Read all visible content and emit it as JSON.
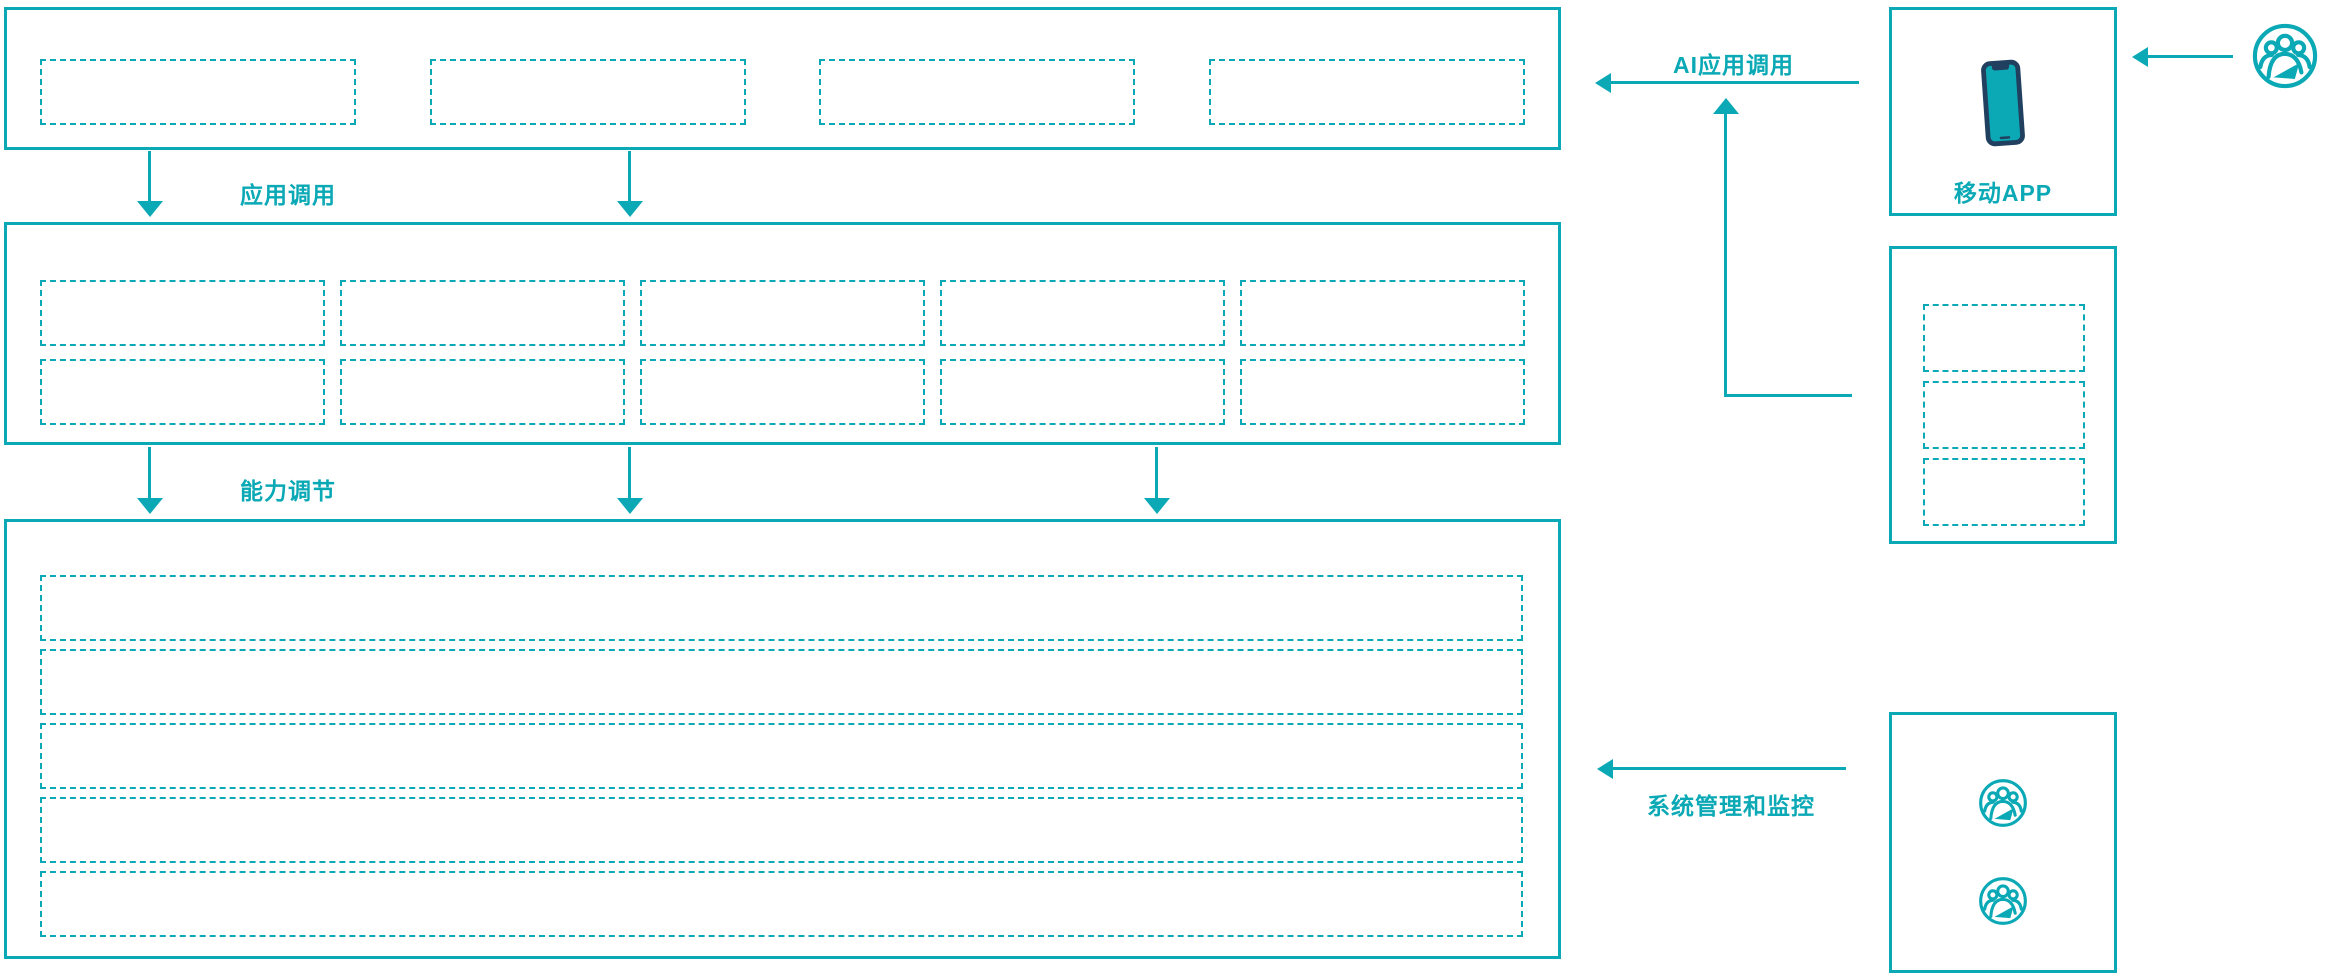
{
  "colors": {
    "teal": "#0ba9b5",
    "navy": "#21405f"
  },
  "labels": {
    "app_call": "应用调用",
    "capability_adjust": "能力调节",
    "ai_app_call": "AI应用调用",
    "system_monitor": "系统管理和监控"
  },
  "layers": {
    "top_box": {
      "slots": [
        "",
        "",
        "",
        ""
      ]
    },
    "middle_box": {
      "slots": [
        "",
        "",
        "",
        "",
        "",
        "",
        "",
        "",
        "",
        ""
      ]
    },
    "bottom_box": {
      "rows": [
        "",
        "",
        "",
        "",
        ""
      ]
    },
    "right_column": {
      "app_box": {
        "label": "移动APP",
        "icon": "smartphone-icon"
      },
      "client_box": {
        "slots": [
          "",
          "",
          ""
        ]
      },
      "admin_box": {
        "icons": [
          "user-group-icon",
          "user-group-icon"
        ]
      },
      "external_user": {
        "icon": "user-group-icon"
      }
    }
  }
}
